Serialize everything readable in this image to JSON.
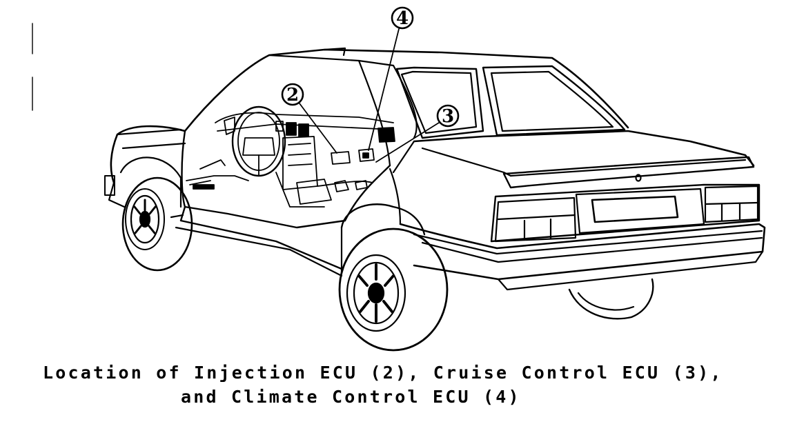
{
  "caption": {
    "line1": "Location of Injection ECU (2), Cruise Control ECU (3),",
    "line2": "and Climate Control ECU (4)"
  },
  "callouts": [
    {
      "id": "2",
      "label": "2"
    },
    {
      "id": "3",
      "label": "3"
    },
    {
      "id": "4",
      "label": "4"
    }
  ],
  "colors": {
    "ink": "#000000",
    "paper": "#ffffff"
  }
}
